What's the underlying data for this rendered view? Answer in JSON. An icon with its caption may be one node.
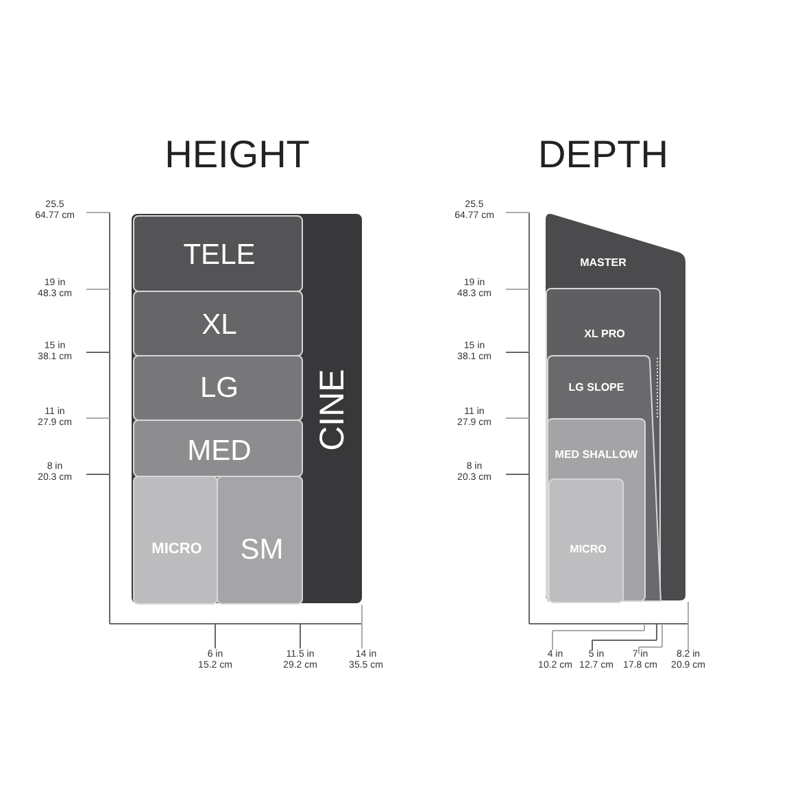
{
  "diagram": {
    "nodes": [
      {
        "text": [
          "CINE"
        ]
      },
      {
        "text": [
          "TELE"
        ],
        "in": 0
      },
      {
        "text": [
          "XL"
        ],
        "in": 0
      },
      {
        "text": [
          "LG"
        ],
        "in": 0
      },
      {
        "text": [
          "MED"
        ],
        "in": 0
      },
      {
        "text": [
          "MICRO"
        ],
        "in": 0
      },
      {
        "text": [
          "SM"
        ],
        "in": 0
      },
      {
        "text": [
          "MASTER"
        ]
      },
      {
        "text": [
          "XL PRO"
        ],
        "in": 7
      },
      {
        "text": [
          "LG SLOPE"
        ],
        "in": 8
      },
      {
        "text": [
          "MED SHALLOW"
        ],
        "in": 9
      },
      {
        "text": [
          "MICRO"
        ],
        "in": 10
      }
    ],
    "labels": [
      "HEIGHT",
      "25.5 64.77 cm",
      "19 in 48.3 cm",
      "15 in 38.1 cm",
      "11 in 27.9 cm",
      "8 in 20.3 cm",
      "6 in 15.2 cm",
      "11.5 in 29.2 cm",
      "14 in 35.5 cm",
      "DEPTH",
      "25.5 64.77 cm",
      "19 in 48.3 cm",
      "15 in 38.1 cm",
      "11 in 27.9 cm",
      "8 in 20.3 cm",
      "4 in 10.2 cm",
      "5 in 12.7 cm",
      "7 in 17.8 cm",
      "8.2 in 20.9 cm"
    ]
  }
}
